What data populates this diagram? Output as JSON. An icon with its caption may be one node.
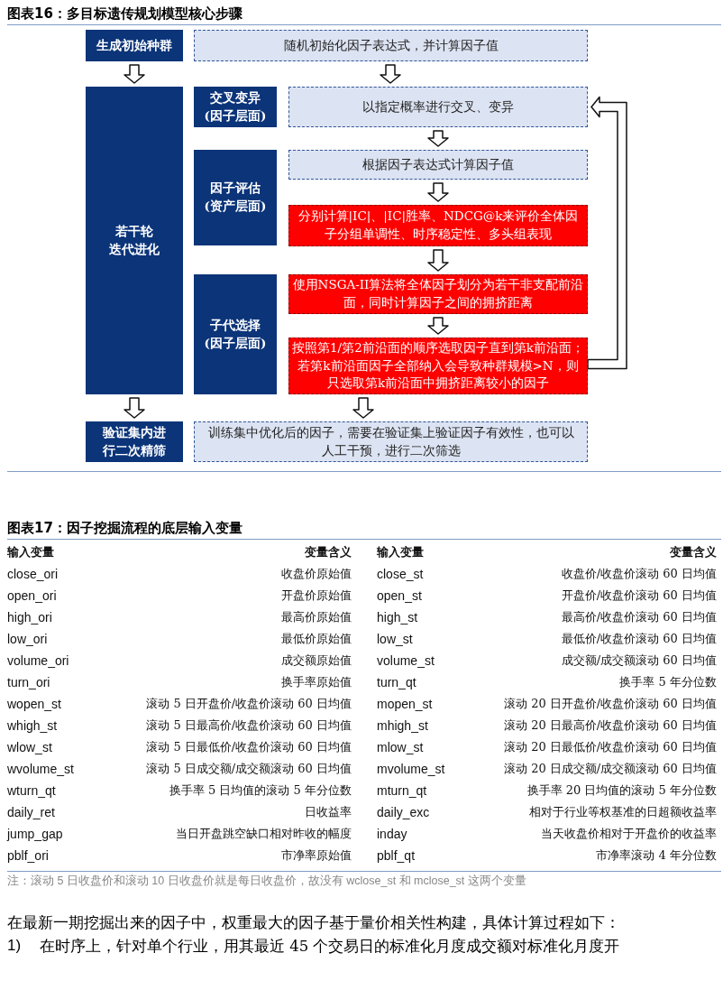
{
  "diagram": {
    "title": "图表16：多目标遗传规划模型核心步骤",
    "nodes": [
      {
        "text": [
          "生成初始种群"
        ]
      },
      {
        "text": [
          "随机初始化因子表达式，并计算因子值"
        ]
      },
      {
        "text": [
          "若干轮",
          "迭代进化"
        ]
      },
      {
        "text": [
          "交叉变异(因子层面)"
        ]
      },
      {
        "text": [
          "以指定概率进行交叉、变异"
        ]
      },
      {
        "text": [
          "因子评估(资产层面)"
        ]
      },
      {
        "text": [
          "根据因子表达式计算因子值"
        ]
      },
      {
        "text": [
          "分别计算|IC|、|IC|胜率、NDCG@k来评价全体因子分组单调性、时序稳定性、多头组表现"
        ]
      },
      {
        "text": [
          "子代选择(因子层面)"
        ]
      },
      {
        "text": [
          "使用NSGA-II算法将全体因子划分为若干非支配前沿面，同时计算因子之间的拥挤距离"
        ]
      },
      {
        "text": [
          "按照第1/第2前沿面的顺序选取因子直到第k前沿面；若第k前沿面因子全部纳入会导致种群规模>N，则只选取第k前沿面中拥挤距离较小的因子"
        ]
      },
      {
        "text": [
          "验证集内进行二次精筛"
        ]
      },
      {
        "text": [
          "训练集中优化后的因子，需要在验证集上验证因子有效性，也可以人工干预，进行二次筛选"
        ]
      }
    ],
    "edges": [
      {
        "from": 0,
        "to": 2,
        "arrow": "to"
      },
      {
        "from": 1,
        "to": 4,
        "arrow": "to"
      },
      {
        "from": 4,
        "to": 6,
        "arrow": "to"
      },
      {
        "from": 6,
        "to": 7,
        "arrow": "to"
      },
      {
        "from": 7,
        "to": 9,
        "arrow": "to"
      },
      {
        "from": 9,
        "to": 10,
        "arrow": "to"
      },
      {
        "from": 10,
        "to": 4,
        "arrow": "to"
      },
      {
        "from": 2,
        "to": 11,
        "arrow": "to"
      },
      {
        "from": 10,
        "to": 12,
        "arrow": "to"
      }
    ],
    "labels": [
      "图表17：因子挖掘流程的底层输入变量",
      "输入变量",
      "变量含义",
      "输入变量",
      "变量含义",
      "close_ori",
      "收盘价原始值",
      "close_st",
      "收盘价/收盘价滚动 60 日均值",
      "open_ori",
      "开盘价原始值",
      "open_st",
      "开盘价/收盘价滚动 60 日均值",
      "high_ori",
      "最高价原始值",
      "high_st",
      "最高价/收盘价滚动 60 日均值",
      "low_ori",
      "最低价原始值",
      "low_st",
      "最低价/收盘价滚动 60 日均值",
      "volume_ori",
      "成交额原始值",
      "volume_st",
      "成交额/成交额滚动 60 日均值",
      "turn_ori",
      "换手率原始值",
      "turn_qt",
      "换手率 5 年分位数",
      "wopen_st",
      "滚动 5 日开盘价/收盘价滚动 60 日均值",
      "mopen_st",
      "滚动 20 日开盘价/收盘价滚动 60 日均值",
      "whigh_st",
      "滚动 5 日最高价/收盘价滚动 60 日均值",
      "mhigh_st",
      "滚动 20 日最高价/收盘价滚动 60 日均值",
      "wlow_st",
      "滚动 5 日最低价/收盘价滚动 60 日均值",
      "mlow_st",
      "滚动 20 日最低价/收盘价滚动 60 日均值",
      "wvolume_st",
      "滚动 5 日成交额/成交额滚动 60 日均值",
      "mvolume_st",
      "滚动 20 日成交额/成交额滚动 60 日均值",
      "wturn_qt",
      "换手率 5 日均值的滚动 5 年分位数",
      "mturn_qt",
      "换手率 20 日均值的滚动 5 年分位数",
      "daily_ret",
      "日收益率",
      "daily_exc",
      "相对于行业等权基准的日超额收益率",
      "jump_gap",
      "当日开盘跳空缺口相对昨收的幅度",
      "inday",
      "当天收盘价相对于开盘价的收益率",
      "pblf_ori",
      "市净率原始值",
      "pblf_qt",
      "市净率滚动 4 年分位数",
      "注：滚动 5 日收盘价和滚动 10 日收盘价就是每日收盘价，故没有 wclose_st 和 mclose_st 这两个变量",
      "在最新一期挖掘出来的因子中，权重最大的因子基于量价相关性构建，具体计算过程如下：",
      "1)",
      "在时序上，针对单个行业，用其最近 45 个交易日的标准化月度成交额对标准化月度开"
    ]
  }
}
